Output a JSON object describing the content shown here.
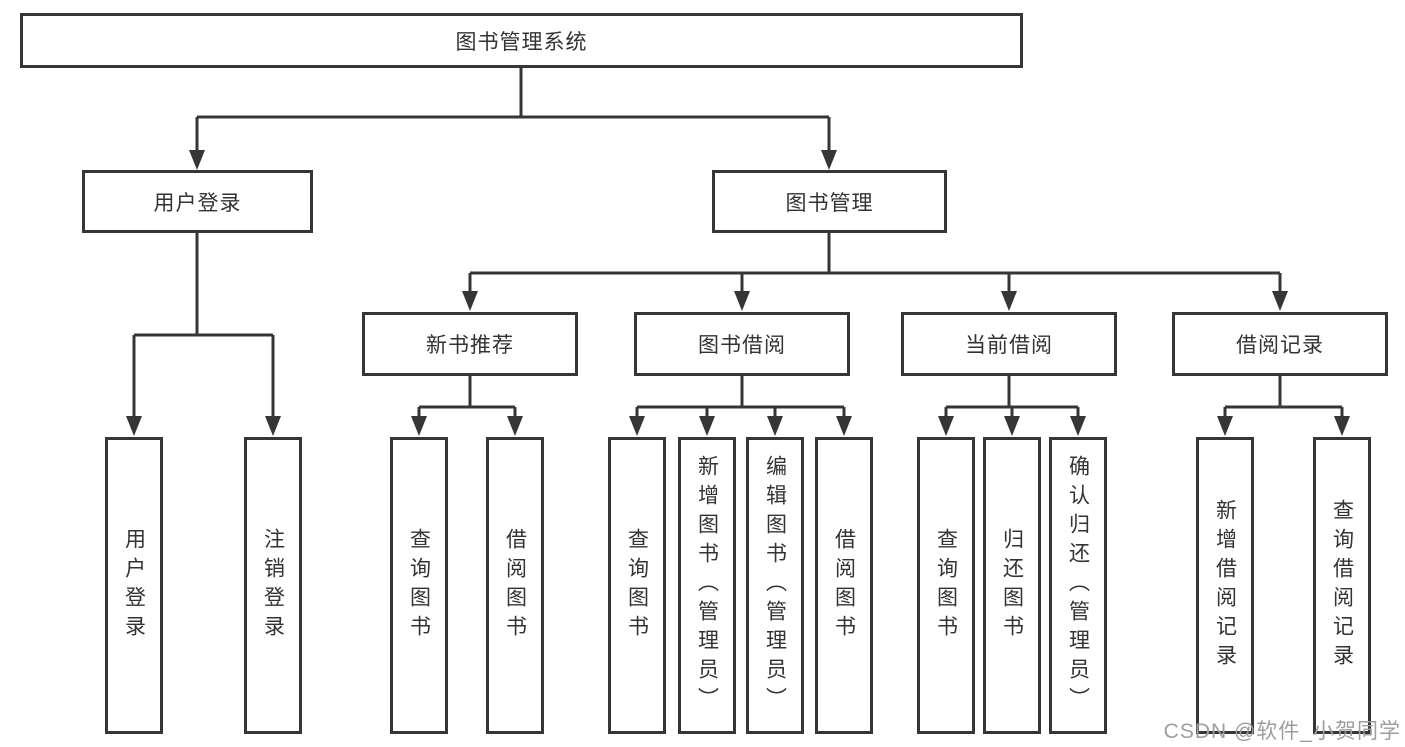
{
  "diagram": {
    "root": {
      "label": "图书管理系统"
    },
    "branches": [
      {
        "label": "用户登录",
        "children": [
          {
            "label": "用户登录"
          },
          {
            "label": "注销登录"
          }
        ]
      },
      {
        "label": "图书管理",
        "groups": [
          {
            "label": "新书推荐",
            "children": [
              {
                "label": "查询图书"
              },
              {
                "label": "借阅图书"
              }
            ]
          },
          {
            "label": "图书借阅",
            "children": [
              {
                "label": "查询图书"
              },
              {
                "label": "新增图书（管理员）"
              },
              {
                "label": "编辑图书（管理员）"
              },
              {
                "label": "借阅图书"
              }
            ]
          },
          {
            "label": "当前借阅",
            "children": [
              {
                "label": "查询图书"
              },
              {
                "label": "归还图书"
              },
              {
                "label": "确认归还（管理员）"
              }
            ]
          },
          {
            "label": "借阅记录",
            "children": [
              {
                "label": "新增借阅记录"
              },
              {
                "label": "查询借阅记录"
              }
            ]
          }
        ]
      }
    ]
  },
  "watermark": {
    "text": "CSDN @软件_小贺同学"
  },
  "colors": {
    "line": "#363636",
    "box_border": "#363636",
    "text": "#333333",
    "background": "#ffffff",
    "watermark": "#9e9e9e"
  }
}
